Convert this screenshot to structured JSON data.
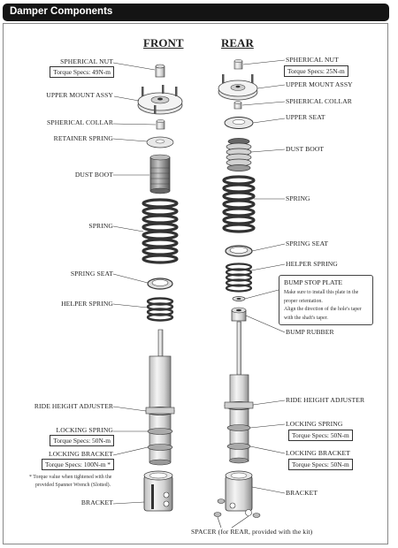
{
  "header": {
    "title": "Damper Components"
  },
  "columns": {
    "front": "FRONT",
    "rear": "REAR"
  },
  "front": {
    "spherical_nut": "SPHERICAL NUT",
    "spherical_nut_torque": "Torque Specs: 49N-m",
    "upper_mount": "UPPER MOUNT ASSY",
    "spherical_collar": "SPHERICAL COLLAR",
    "retainer_spring": "RETAINER SPRING",
    "dust_boot": "DUST BOOT",
    "spring": "SPRING",
    "spring_seat": "SPRING SEAT",
    "helper_spring": "HELPER SPRING",
    "ride_height": "RIDE HEIGHT ADJUSTER",
    "locking_spring": "LOCKING SPRING",
    "locking_spring_torque": "Torque Specs: 50N-m",
    "locking_bracket": "LOCKING BRACKET",
    "locking_bracket_torque": "Torque Specs: 100N-m *",
    "footnote_1": "* Torque value when tightened with the",
    "footnote_2": "provided Spanner Wrench (Slotted).",
    "bracket": "BRACKET"
  },
  "rear": {
    "spherical_nut": "SPHERICAL NUT",
    "spherical_nut_torque": "Torque Specs: 25N-m",
    "upper_mount": "UPPER MOUNT ASSY",
    "spherical_collar": "SPHERICAL COLLAR",
    "upper_seat": "UPPER SEAT",
    "dust_boot": "DUST BOOT",
    "spring": "SPRING",
    "spring_seat": "SPRING SEAT",
    "helper_spring": "HELPER SPRING",
    "bump_stop_plate": "BUMP STOP PLATE",
    "bump_note_1": "Make sure to install this plate in the",
    "bump_note_2": "proper orientation.",
    "bump_note_3": "Align the direction of the hole's taper",
    "bump_note_4": "with the shaft's taper.",
    "bump_rubber": "BUMP RUBBER",
    "ride_height": "RIDE HEIGHT ADJUSTER",
    "locking_spring": "LOCKING SPRING",
    "locking_spring_torque": "Torque Specs: 50N-m",
    "locking_bracket": "LOCKING BRACKET",
    "locking_bracket_torque": "Torque Specs: 50N-m",
    "bracket": "BRACKET",
    "spacer": "SPACER (for REAR, provided with the kit)"
  }
}
